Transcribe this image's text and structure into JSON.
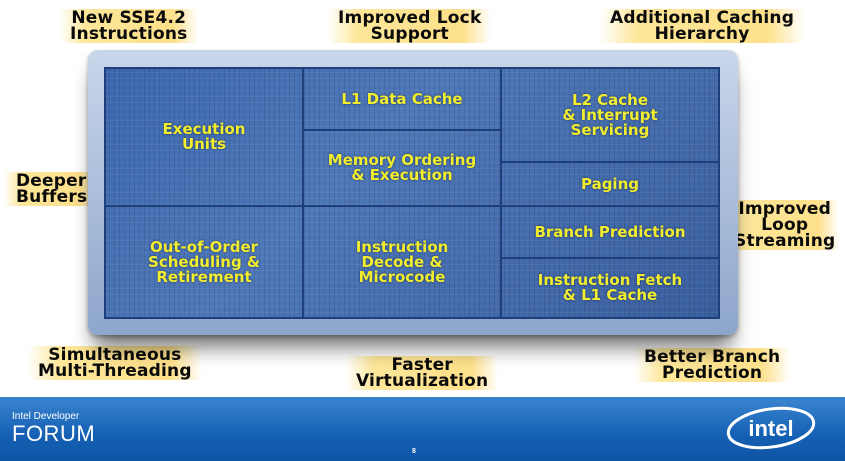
{
  "features": {
    "sse42": [
      "New SSE4.2",
      "Instructions"
    ],
    "lock": [
      "Improved Lock",
      "Support"
    ],
    "caching": [
      "Additional Caching",
      "Hierarchy"
    ],
    "buffers": [
      "Deeper",
      "Buffers"
    ],
    "loop": [
      "Improved",
      "Loop",
      "Streaming"
    ],
    "smt": [
      "Simultaneous",
      "Multi-Threading"
    ],
    "virt": [
      "Faster",
      "Virtualization"
    ],
    "branch": [
      "Better Branch",
      "Prediction"
    ]
  },
  "die_blocks": {
    "execution_units": [
      "Execution",
      "Units"
    ],
    "l1_data_cache": [
      "L1 Data Cache"
    ],
    "l2_cache": [
      "L2 Cache",
      "& Interrupt",
      "Servicing"
    ],
    "memory_ordering": [
      "Memory Ordering",
      "& Execution"
    ],
    "paging": [
      "Paging"
    ],
    "out_of_order": [
      "Out-of-Order",
      "Scheduling &",
      "Retirement"
    ],
    "instruction_decode": [
      "Instruction",
      "Decode &",
      "Microcode"
    ],
    "branch_prediction": [
      "Branch Prediction"
    ],
    "instruction_fetch": [
      "Instruction Fetch",
      "& L1 Cache"
    ]
  },
  "footer": {
    "event_small": "Intel Developer",
    "event_big": "FORUM",
    "page_number": "8",
    "logo_text": "intel"
  },
  "colors": {
    "callout_highlight": "#fde79a",
    "die_label": "#f2ee2e",
    "die_background": "#3f67a8",
    "footer_blue": "#1560b3"
  }
}
